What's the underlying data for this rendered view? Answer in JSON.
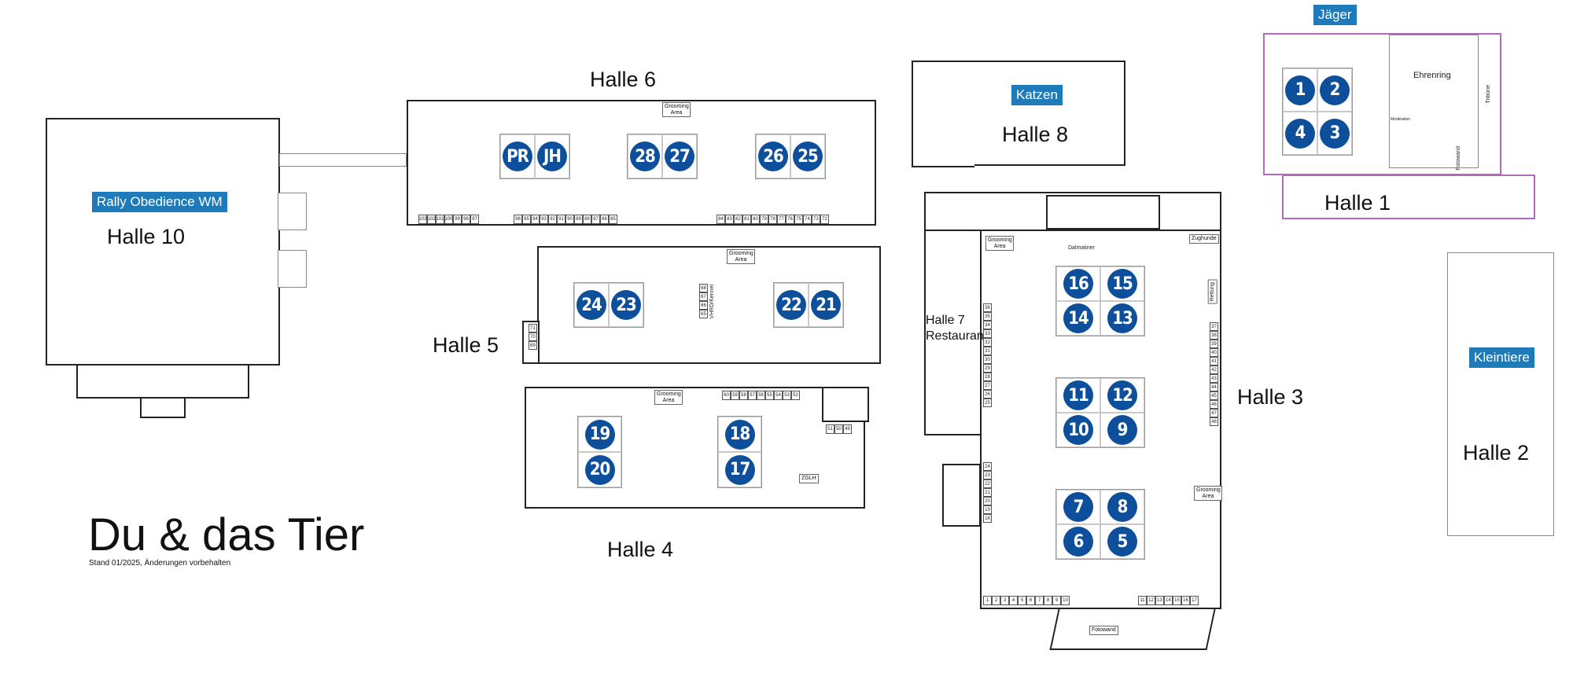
{
  "title": "Du & das Tier",
  "subtitle": "Stand 01/2025, Änderungen vorbehalten",
  "colors": {
    "ring": "#0d4f9a",
    "tag": "#1e7ab8",
    "wall": "#222222",
    "greenery": "#7ab648"
  },
  "halls": {
    "h1": {
      "label": "Halle 1",
      "tag": "Jäger"
    },
    "h2": {
      "label": "Halle 2",
      "tag": "Kleintiere"
    },
    "h3": {
      "label": "Halle 3"
    },
    "h4": {
      "label": "Halle 4"
    },
    "h5": {
      "label": "Halle 5"
    },
    "h6": {
      "label": "Halle 6"
    },
    "h7": {
      "label1": "Halle 7",
      "label2": "Restaurant"
    },
    "h8": {
      "label": "Halle 8",
      "tag": "Katzen"
    },
    "h10": {
      "label": "Halle 10",
      "tag": "Rally Obedience WM"
    }
  },
  "rings": {
    "h6a": [
      "PR",
      "JH"
    ],
    "h6b": [
      "28",
      "27"
    ],
    "h6c": [
      "26",
      "25"
    ],
    "h5a": [
      "24",
      "23"
    ],
    "h5b": [
      "22",
      "21"
    ],
    "h4a": [
      "19",
      "20"
    ],
    "h4b": [
      "18",
      "17"
    ],
    "h3a": [
      "16",
      "15",
      "14",
      "13"
    ],
    "h3b": [
      "11",
      "12",
      "10",
      "9"
    ],
    "h3c": [
      "7",
      "8",
      "6",
      "5"
    ],
    "h1a": [
      "1",
      "2",
      "4",
      "3"
    ]
  },
  "stands": {
    "h6_1": [
      "103",
      "102",
      "101",
      "100",
      "99",
      "98",
      "97"
    ],
    "h6_2": [
      "96",
      "95",
      "94",
      "93",
      "92",
      "91",
      "90",
      "89",
      "88",
      "87",
      "86",
      "85"
    ],
    "h6_3": [
      "84",
      "83",
      "82",
      "81",
      "80",
      "79",
      "78",
      "77",
      "76",
      "75",
      "74",
      "73",
      "72"
    ],
    "h5_mid": [
      "68",
      "67",
      "66",
      "65"
    ],
    "h5_left": [
      "71",
      "70",
      "69"
    ],
    "h4_1": [
      "60",
      "59",
      "58",
      "57",
      "56",
      "55",
      "54",
      "53",
      "52"
    ],
    "h4_2": [
      "51",
      "50",
      "49"
    ],
    "h3_bottom_left": [
      "1",
      "2",
      "3",
      "4",
      "5",
      "6",
      "7",
      "8",
      "9",
      "10"
    ],
    "h3_bottom_right": [
      "11",
      "12",
      "13",
      "14",
      "15",
      "16",
      "17"
    ],
    "h3_right": [
      "37",
      "38",
      "39",
      "40",
      "41",
      "42",
      "43",
      "44",
      "45",
      "46",
      "47",
      "48"
    ],
    "h7_upper": [
      "36",
      "35",
      "34",
      "33",
      "32",
      "31",
      "30",
      "29",
      "28",
      "27",
      "26",
      "25"
    ],
    "h7_lower": [
      "24",
      "23",
      "22",
      "21",
      "20",
      "19",
      "18"
    ]
  },
  "labels": {
    "grooming": "Grooming Area",
    "ehrenring": "Ehrenring",
    "tribune": "Tribüne",
    "fotowand": "Fotowand",
    "dalmatiner": "Dalmatiner",
    "zughunde": "Zughunde",
    "rettung": "Rettung",
    "zgu": "ZGLH",
    "vhrd": "VHRD/Kennel",
    "moderation": "Moderation"
  }
}
